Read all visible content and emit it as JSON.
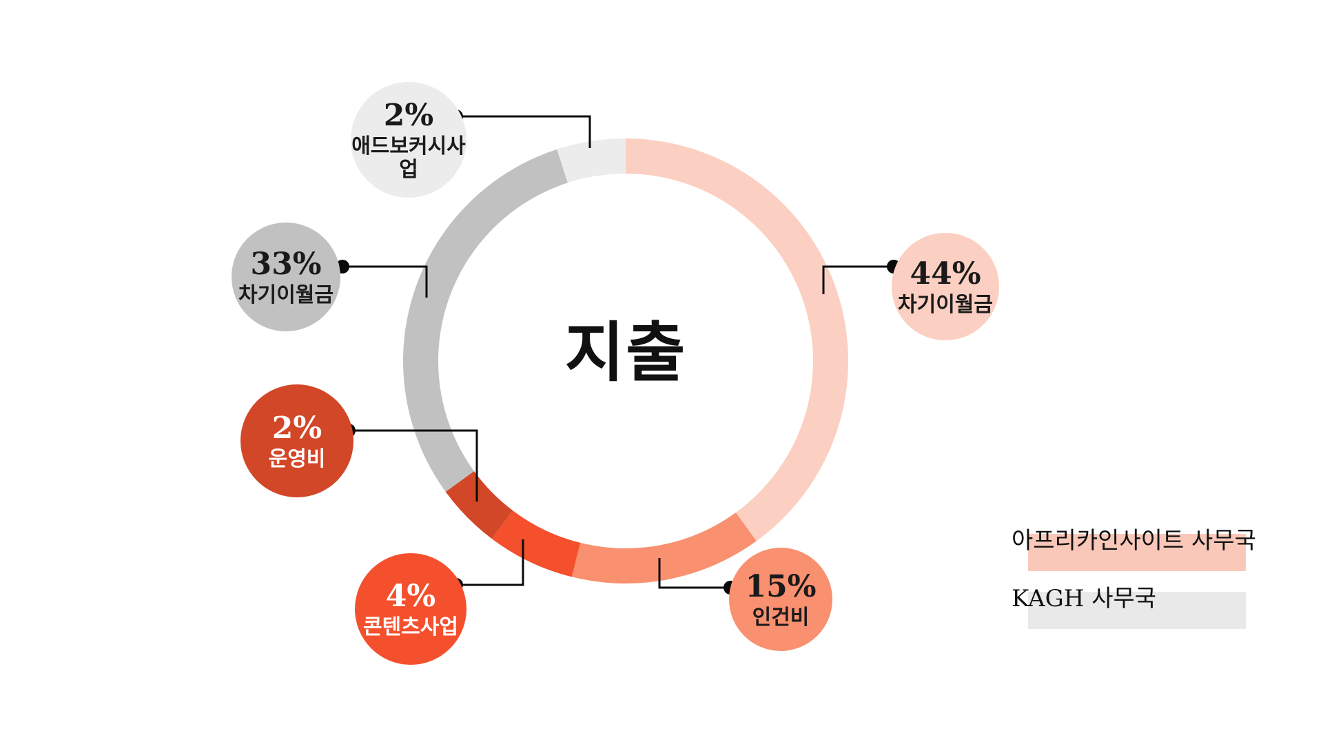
{
  "page": {
    "background": "#ffffff"
  },
  "title": "지출",
  "chart_data": {
    "type": "pie",
    "variant": "donut",
    "title": "지출",
    "center_label": "지출",
    "direction": "clockwise",
    "start_angle_deg": 0,
    "units": "%",
    "segments": [
      {
        "pct": "44%",
        "value": 44,
        "label": "차기이월금",
        "color": "#FBCFC1"
      },
      {
        "pct": "15%",
        "value": 15,
        "label": "인건비",
        "color": "#F9906F"
      },
      {
        "pct": "4%",
        "value": 4,
        "label": "콘텐츠사업",
        "color": "#F4502D"
      },
      {
        "pct": "2%",
        "value": 2,
        "label": "운영비",
        "color": "#D24727"
      },
      {
        "pct": "33%",
        "value": 33,
        "label": "차기이월금",
        "color": "#C1C1C1"
      },
      {
        "pct": "2%",
        "value": 2,
        "label": "애드보커시사업",
        "color": "#ECECEC"
      }
    ],
    "legend_position": "right"
  },
  "legend": {
    "items": [
      {
        "label": "아프리카인사이트 사무국",
        "highlight_color": "#F9C8B9"
      },
      {
        "label": "KAGH 사무국",
        "highlight_color": "#E9E9E9"
      }
    ]
  },
  "connector_color": "#0a0a0a"
}
